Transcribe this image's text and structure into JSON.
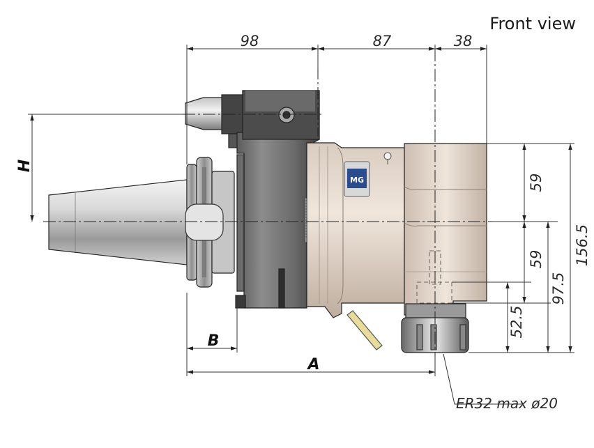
{
  "title": "Front view",
  "dimensions": {
    "top": [
      "98",
      "87",
      "38"
    ],
    "right": [
      "59",
      "59",
      "156.5",
      "97.5",
      "52.5"
    ],
    "letters": {
      "h": "H",
      "b": "B",
      "a": "A"
    }
  },
  "callout": "ER32 max ø20",
  "logo_text": "MG",
  "colors": {
    "metal_dark": "#4a4a4a",
    "metal_mid": "#8a8a8a",
    "metal_light": "#d9d9d9",
    "body_bronze": "#c9b9ab",
    "body_bronze_light": "#e3d7cc",
    "coolant_pipe": "#e8dc9a",
    "logo_blue": "#2a4d8f"
  }
}
